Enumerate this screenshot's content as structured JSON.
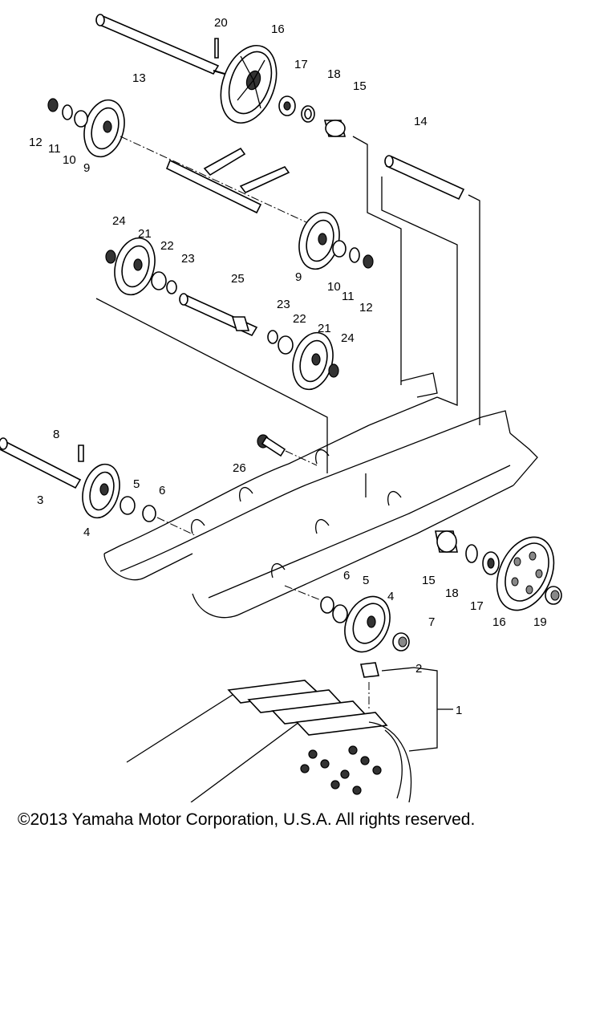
{
  "parts": [
    {
      "id": "p1",
      "label": "1"
    },
    {
      "id": "p2",
      "label": "2"
    },
    {
      "id": "p3",
      "label": "3"
    },
    {
      "id": "p4a",
      "label": "4"
    },
    {
      "id": "p4b",
      "label": "4"
    },
    {
      "id": "p5a",
      "label": "5"
    },
    {
      "id": "p5b",
      "label": "5"
    },
    {
      "id": "p6a",
      "label": "6"
    },
    {
      "id": "p6b",
      "label": "6"
    },
    {
      "id": "p7",
      "label": "7"
    },
    {
      "id": "p8",
      "label": "8"
    },
    {
      "id": "p9a",
      "label": "9"
    },
    {
      "id": "p9b",
      "label": "9"
    },
    {
      "id": "p10a",
      "label": "10"
    },
    {
      "id": "p10b",
      "label": "10"
    },
    {
      "id": "p11a",
      "label": "11"
    },
    {
      "id": "p11b",
      "label": "11"
    },
    {
      "id": "p12a",
      "label": "12"
    },
    {
      "id": "p12b",
      "label": "12"
    },
    {
      "id": "p13",
      "label": "13"
    },
    {
      "id": "p14",
      "label": "14"
    },
    {
      "id": "p15a",
      "label": "15"
    },
    {
      "id": "p15b",
      "label": "15"
    },
    {
      "id": "p16a",
      "label": "16"
    },
    {
      "id": "p16b",
      "label": "16"
    },
    {
      "id": "p17a",
      "label": "17"
    },
    {
      "id": "p17b",
      "label": "17"
    },
    {
      "id": "p18a",
      "label": "18"
    },
    {
      "id": "p18b",
      "label": "18"
    },
    {
      "id": "p19",
      "label": "19"
    },
    {
      "id": "p20",
      "label": "20"
    },
    {
      "id": "p21a",
      "label": "21"
    },
    {
      "id": "p21b",
      "label": "21"
    },
    {
      "id": "p22a",
      "label": "22"
    },
    {
      "id": "p22b",
      "label": "22"
    },
    {
      "id": "p23a",
      "label": "23"
    },
    {
      "id": "p23b",
      "label": "23"
    },
    {
      "id": "p24a",
      "label": "24"
    },
    {
      "id": "p24b",
      "label": "24"
    },
    {
      "id": "p25",
      "label": "25"
    },
    {
      "id": "p26",
      "label": "26"
    }
  ],
  "copyright": "©2013 Yamaha Motor Corporation, U.S.A. All rights reserved."
}
